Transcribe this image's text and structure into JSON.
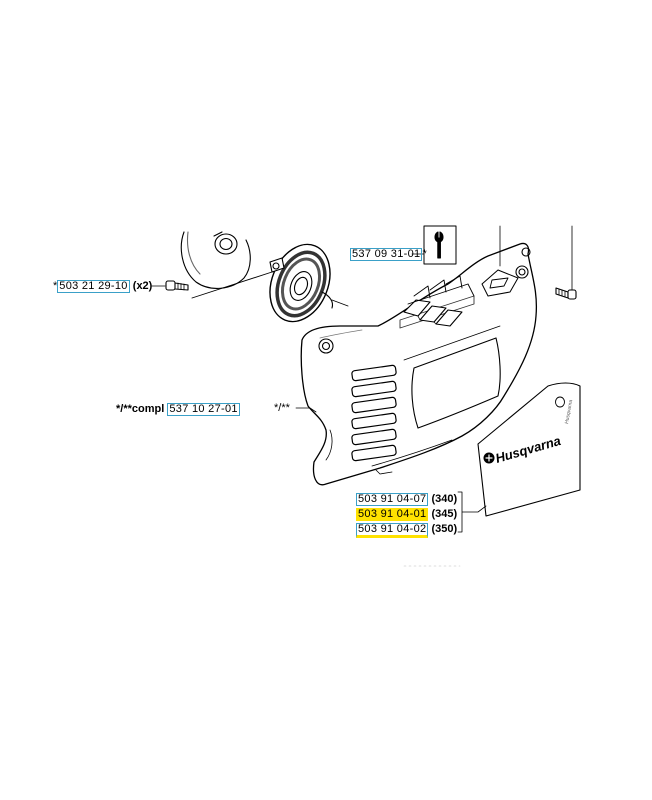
{
  "brand": "Husqvarna",
  "labels": {
    "spring_pn": "537 09 31-01",
    "spring_mark": "*",
    "screw_mark": "*",
    "screw_pn": "503 21 29-10",
    "screw_qty": "(x2)",
    "compl_prefix": "*/**compl",
    "compl_pn": "537 10 27-01",
    "cover_mark": "*/**",
    "decal_340_pn": "503 91 04-07",
    "decal_340_model": "(340)",
    "decal_345_pn": "503 91 04-01",
    "decal_345_model": "(345)",
    "decal_350_pn": "503 91 04-02",
    "decal_350_model": "(350)"
  },
  "colors": {
    "highlight": "#ffe200",
    "part_number_box": "#3aa0c8"
  },
  "icons": [
    "wrench-icon"
  ]
}
